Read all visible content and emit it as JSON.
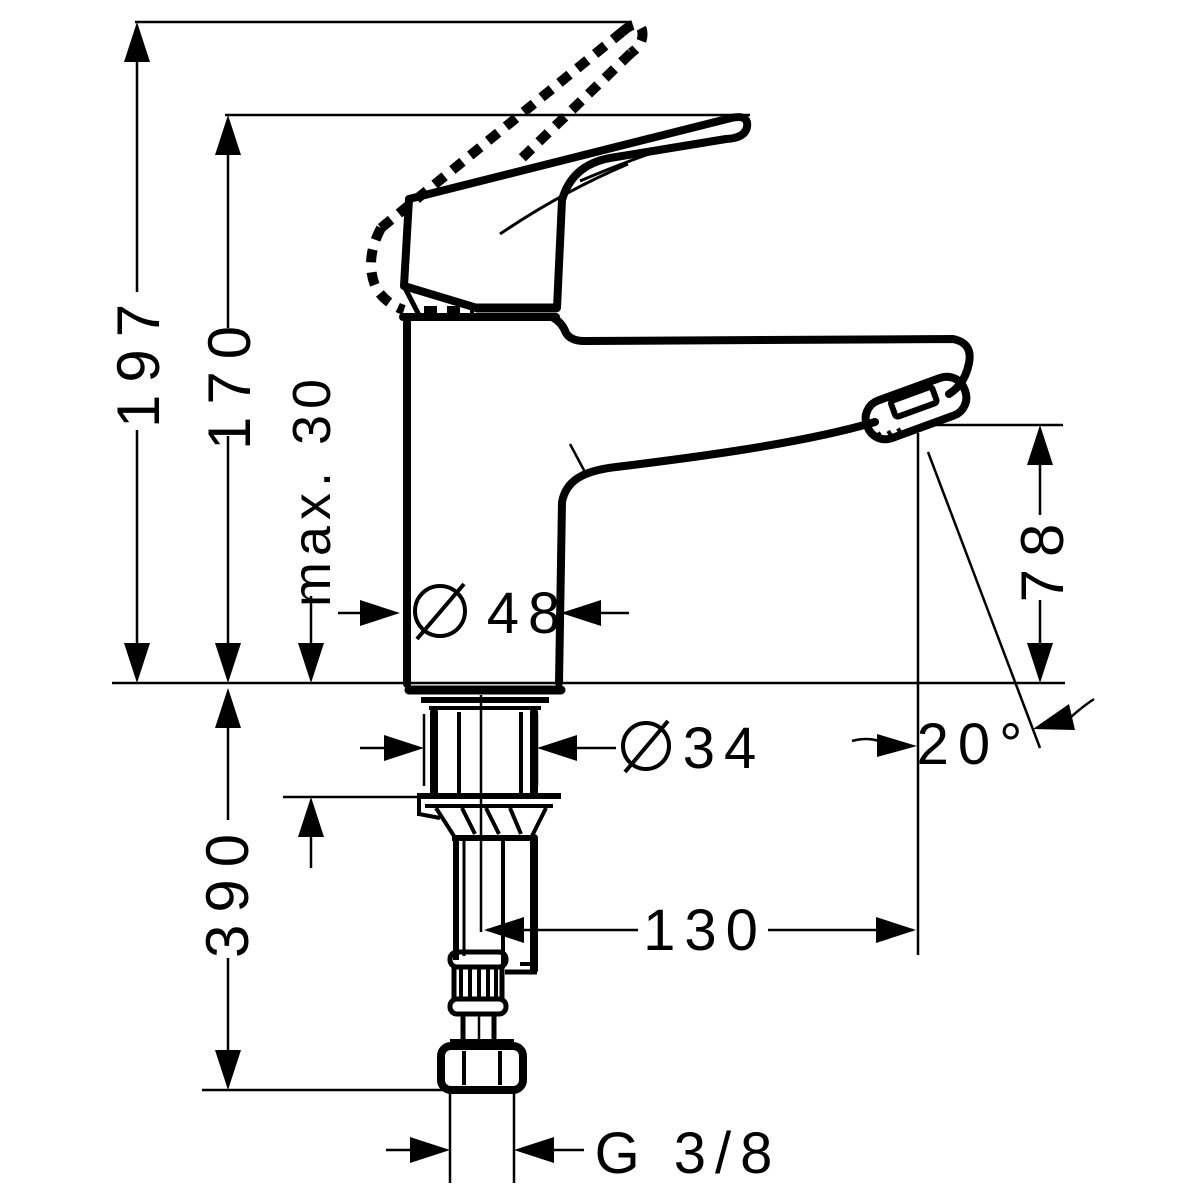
{
  "drawing": {
    "background": "#ffffff",
    "line_color": "#000000",
    "dims": {
      "overall_height": {
        "label": "197"
      },
      "height_to_lever": {
        "label": "170"
      },
      "max_mounting_thickness": {
        "label": "max. 30"
      },
      "body_diameter": {
        "label": "Ø 48",
        "value": "48"
      },
      "shank_diameter": {
        "label": "Ø 34",
        "value": "34"
      },
      "outlet_height": {
        "label": "78"
      },
      "outlet_angle": {
        "label": "20°"
      },
      "supply_length": {
        "label": "390"
      },
      "spout_reach": {
        "label": "130"
      },
      "thread": {
        "label": "G 3/8"
      }
    }
  }
}
